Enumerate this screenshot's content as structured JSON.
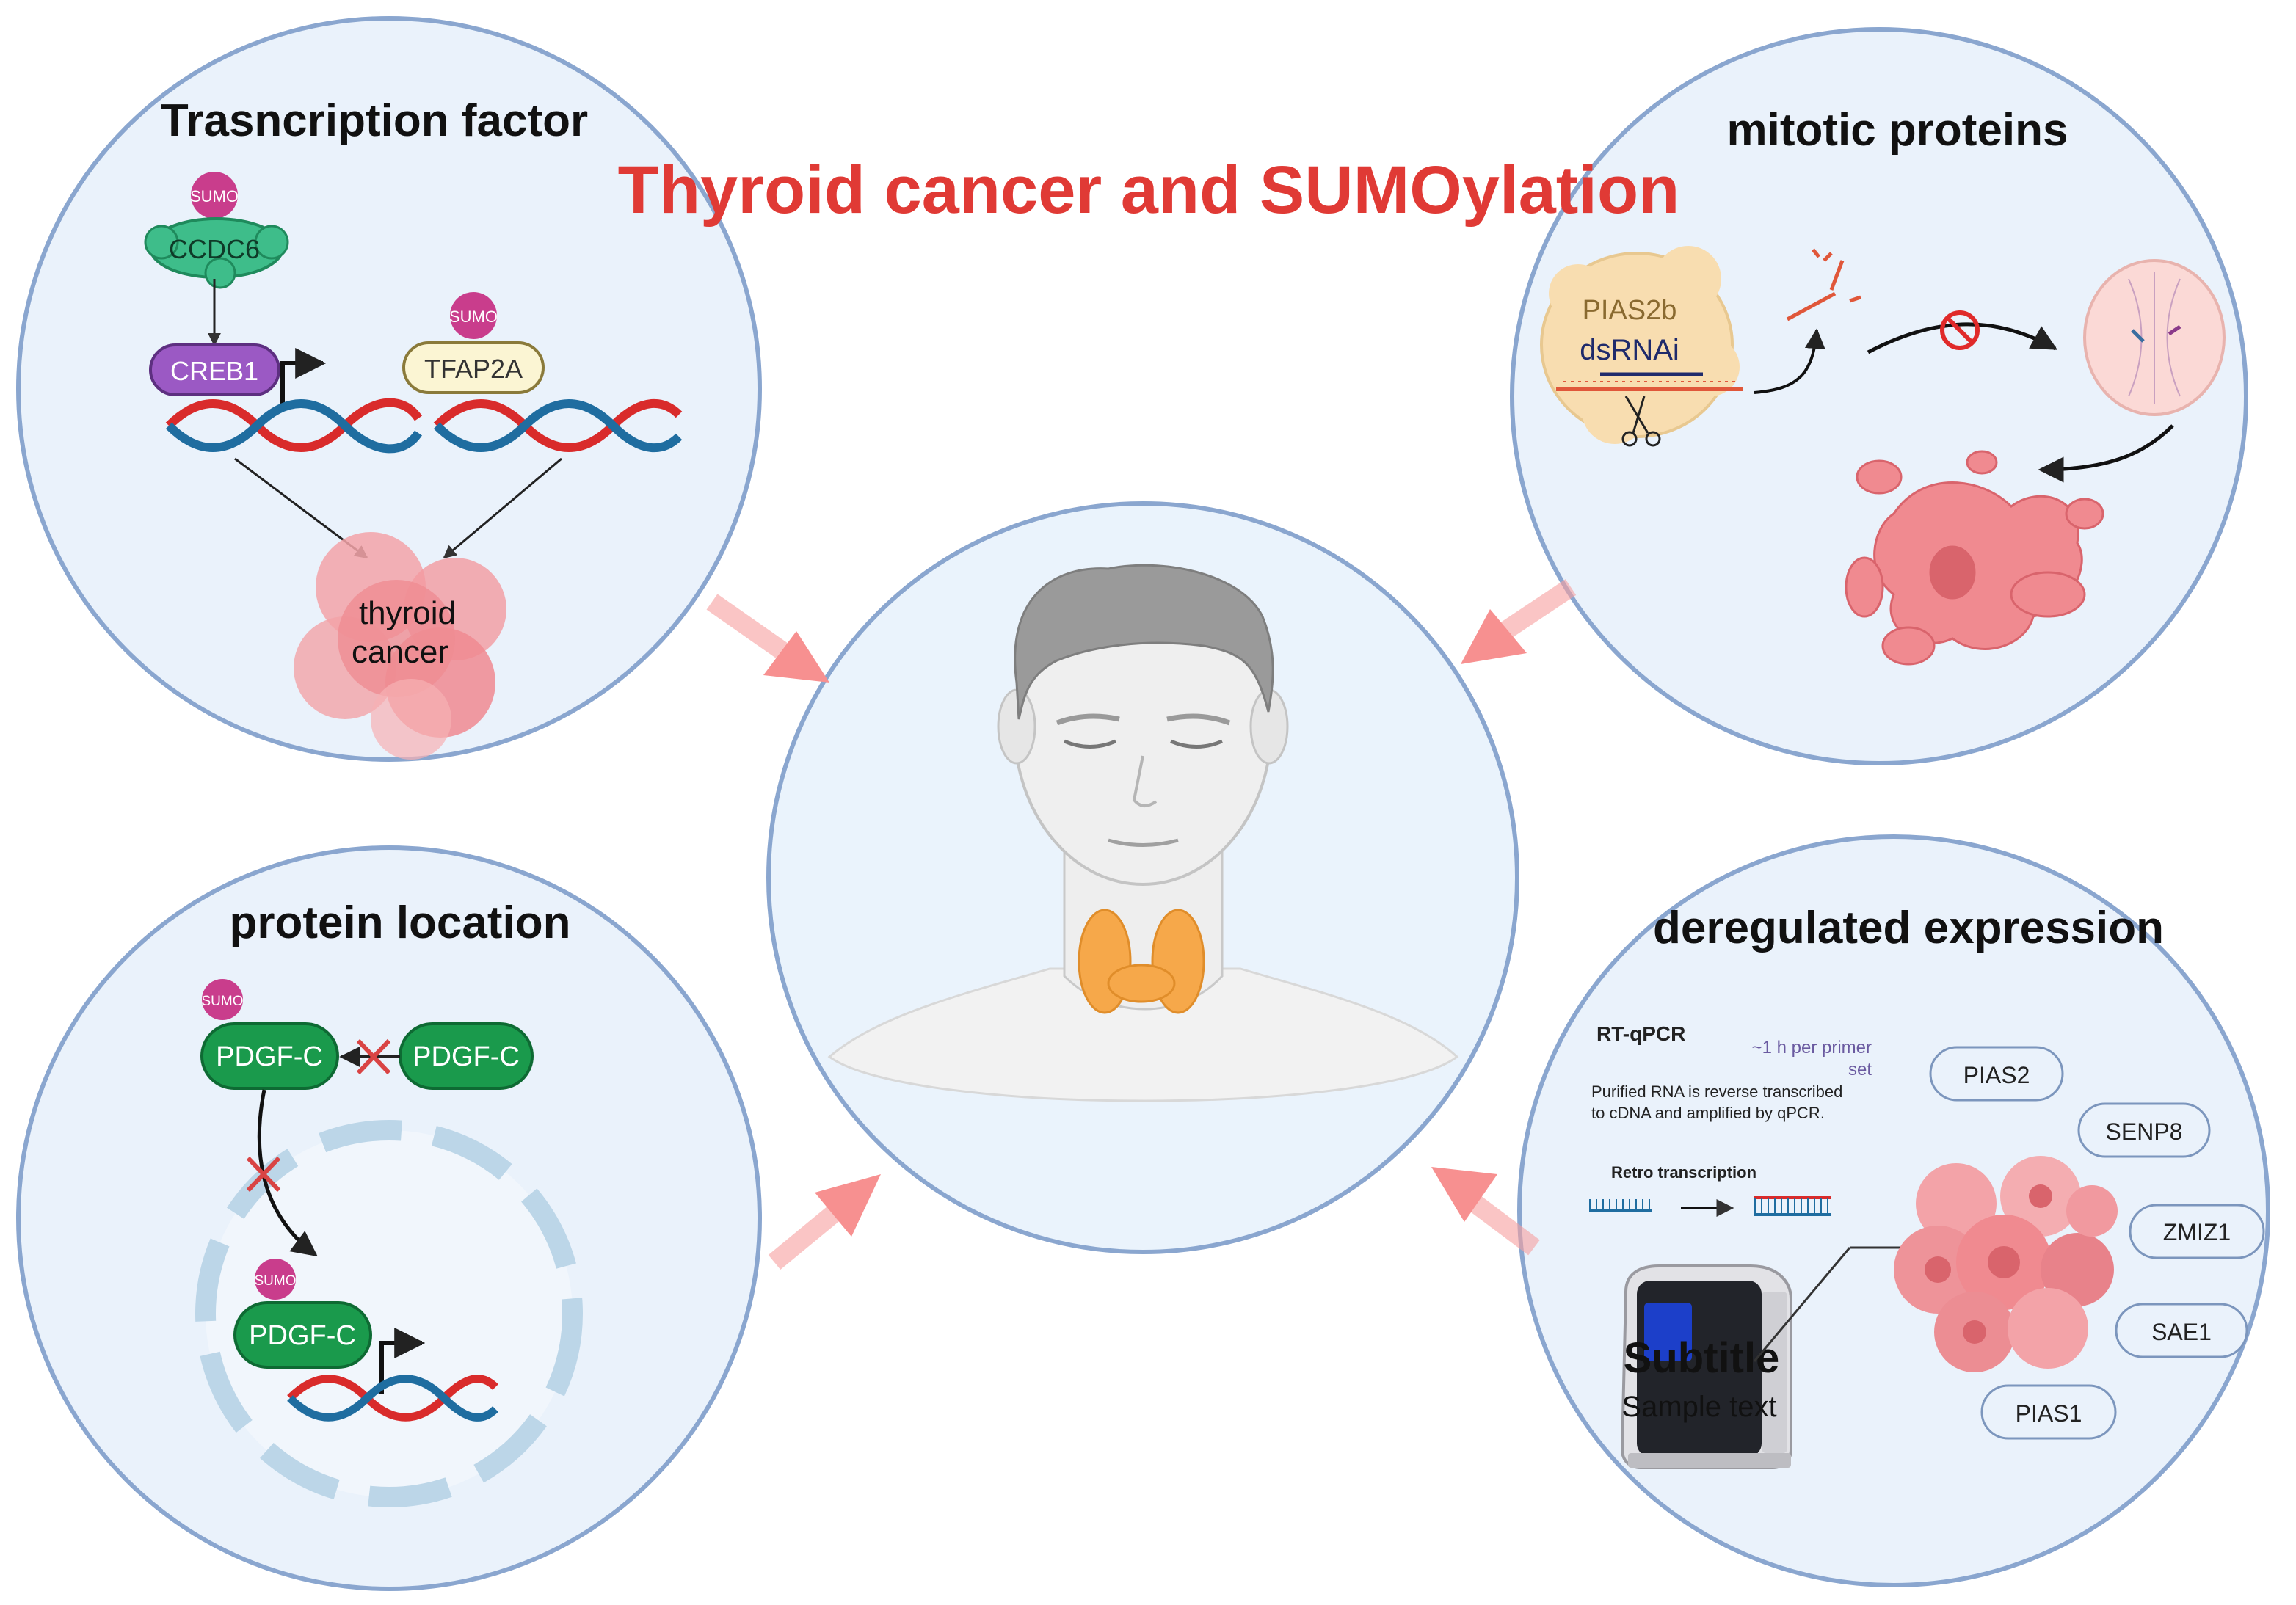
{
  "title": "Thyroid cancer and SUMOylation",
  "colors": {
    "title": "#e03a35",
    "circle_fill": "#eaf2fb",
    "circle_stroke": "#8aa6cf",
    "arrow_pink": "#f7a0a0",
    "sumo": "#c93d8c",
    "creb1": "#9b59c4",
    "tfap2a": "#fbf5d3",
    "pdgf": "#1a9a4c",
    "ccdc6": "#3ebd8a",
    "dna_red": "#d92b2b",
    "dna_blue": "#1f6da0",
    "cancer": "#f08a90",
    "thyroid": "#f6a84a",
    "pias2b": "#f8ddb0"
  },
  "panels": {
    "transcription": {
      "heading": "Trasncription factor",
      "sumo1": "SUMO",
      "sumo2": "SUMO",
      "ccdc6": "CCDC6",
      "creb1": "CREB1",
      "tfap2a": "TFAP2A",
      "cancer_line1": "thyroid",
      "cancer_line2": "cancer"
    },
    "mitotic": {
      "heading": "mitotic proteins",
      "pias2b": "PIAS2b",
      "dsrnai": "dsRNAi"
    },
    "location": {
      "heading": "protein location",
      "sumo1": "SUMO",
      "sumo2": "SUMO",
      "pdgf1": "PDGF-C",
      "pdgf2": "PDGF-C",
      "pdgf3": "PDGF-C"
    },
    "expression": {
      "heading": "deregulated expression",
      "rtqpcr": "RT-qPCR",
      "time_line1": "~1 h per primer",
      "time_line2": "set",
      "desc_line1": "Purified RNA is reverse transcribed",
      "desc_line2": "to cDNA and amplified by qPCR.",
      "retro": "Retro transcription",
      "subtitle": "Subtitle",
      "sample": "Sample text",
      "genes": [
        "PIAS2",
        "SENP8",
        "ZMIZ1",
        "SAE1",
        "PIAS1"
      ]
    }
  }
}
